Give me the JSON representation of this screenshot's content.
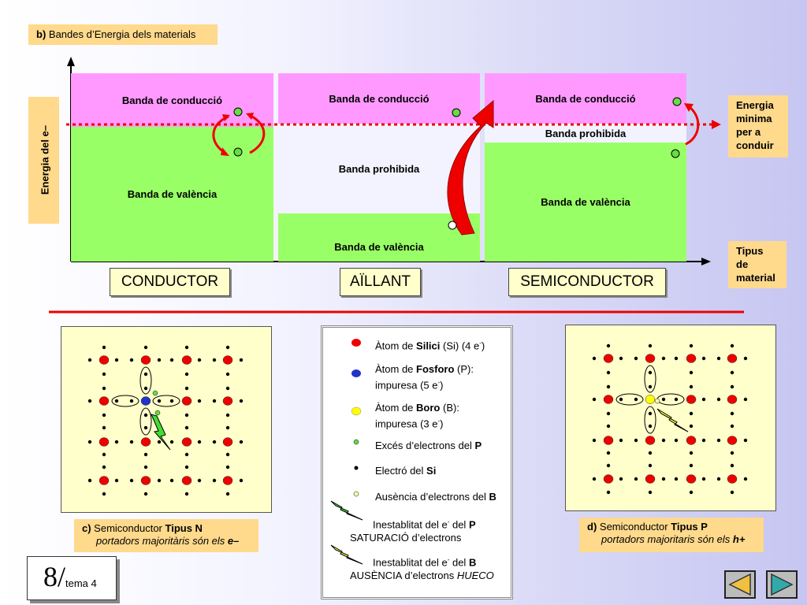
{
  "title_prefix": "b)",
  "title_text": " Bandes d’Energia dels materials",
  "axis_y_label": "Energia del e–",
  "right_top_note": [
    "Energia",
    "minima",
    "per a",
    "conduir"
  ],
  "right_bottom_note": [
    "Tipus",
    "de",
    "material"
  ],
  "bands": {
    "conductor": {
      "conduction": "Banda de conducció",
      "valence": "Banda de valència"
    },
    "insulator": {
      "conduction": "Banda de conducció",
      "forbidden": "Banda prohibida",
      "valence": "Banda de valència"
    },
    "semiconductor": {
      "conduction": "Banda de conducció",
      "forbidden": "Banda prohibida",
      "valence": "Banda de valència"
    }
  },
  "materials": {
    "conductor": "CONDUCTOR",
    "insulator": "AÏLLANT",
    "semiconductor": "SEMICONDUCTOR"
  },
  "legend": {
    "silicon": {
      "pre": "Àtom de ",
      "bold": "Silici",
      "post": " (Si) (4 e",
      "sup": "-",
      "end": ")"
    },
    "phosphorus": {
      "pre": "Àtom de ",
      "bold": "Fosforo",
      "post": " (P):",
      "line2": "impuresa  (5 e",
      "sup": "-",
      "end": ")"
    },
    "boron": {
      "pre": "Àtom de ",
      "bold": "Boro",
      "post": " (B):",
      "line2": "impuresa  (3 e",
      "sup": "-",
      "end": ")"
    },
    "excess": {
      "pre": "Excés d’electrons del ",
      "bold": "P"
    },
    "electron": {
      "pre": "Electró del ",
      "bold": "Si"
    },
    "absence": {
      "pre": "Ausència d’electrons del ",
      "bold": "B"
    },
    "instab_p": {
      "pre": "Inestablitat del e",
      "sup": "-",
      "mid": " del ",
      "bold": "P",
      "line2": "SATURACIÓ d’electrons"
    },
    "instab_b": {
      "pre": "Inestablitat del e",
      "sup": "-",
      "mid": " del ",
      "bold": "B",
      "line2a": "AUSÈNCIA d’electrons ",
      "line2b": "HUECO"
    }
  },
  "caption_n": {
    "prefix": "c)",
    "text": " Semiconductor ",
    "bold": "Tipus N",
    "line2": "portadors majoritàris són els ",
    "line2_bold": "e–"
  },
  "caption_p": {
    "prefix": "d)",
    "text": " Semiconductor ",
    "bold": "Tipus P",
    "line2": "portadors majoritaris són els ",
    "line2_bold": "h+"
  },
  "slide_number": {
    "num": "8/",
    "label": "tema 4"
  },
  "colors": {
    "conduction": "#ff99ff",
    "valence": "#99ff66",
    "note": "#ffd98c",
    "panel": "#ffffcc",
    "silicon": "#ee0000",
    "phosphorus": "#2233cc",
    "boron": "#ffff00",
    "excess": "#66dd44",
    "arrow": "#ee0000"
  },
  "icons": [
    "curved-arrow-icon",
    "lightning-bolt-icon",
    "nav-back-icon",
    "nav-forward-icon"
  ]
}
